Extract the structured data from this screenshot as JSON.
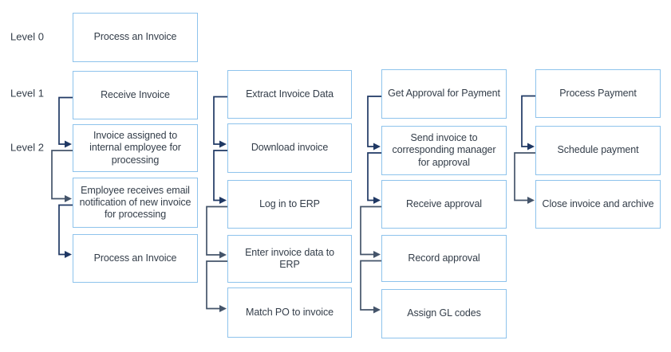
{
  "colors": {
    "background": "#ffffff",
    "box_border": "#8ec3ec",
    "box_fill": "#ffffff",
    "text": "#333d49",
    "connector_navy": "#1f3864",
    "connector_grey": "#44546a"
  },
  "level_labels": [
    "Level 0",
    "Level 1",
    "Level 2"
  ],
  "root_box": {
    "label": "Process an Invoice"
  },
  "columns": [
    {
      "level1": {
        "label": "Receive Invoice"
      },
      "children": [
        {
          "label": "Invoice assigned to internal employee for processing"
        },
        {
          "label": "Employee receives email notification of new invoice for processing"
        },
        {
          "label": "Process an Invoice"
        }
      ],
      "connector_colors": [
        "navy",
        "grey",
        "navy"
      ]
    },
    {
      "level1": {
        "label": "Extract Invoice Data"
      },
      "children": [
        {
          "label": "Download invoice"
        },
        {
          "label": "Log in to ERP"
        },
        {
          "label": "Enter invoice data to ERP"
        },
        {
          "label": "Match PO to invoice"
        }
      ],
      "connector_colors": [
        "navy",
        "navy",
        "grey",
        "grey"
      ]
    },
    {
      "level1": {
        "label": "Get Approval for Payment"
      },
      "children": [
        {
          "label": "Send invoice to corresponding manager for approval"
        },
        {
          "label": "Receive approval"
        },
        {
          "label": "Record approval"
        },
        {
          "label": "Assign GL codes"
        }
      ],
      "connector_colors": [
        "navy",
        "navy",
        "grey",
        "grey"
      ]
    },
    {
      "level1": {
        "label": "Process Payment"
      },
      "children": [
        {
          "label": "Schedule payment"
        },
        {
          "label": "Close invoice and archive"
        }
      ],
      "connector_colors": [
        "navy",
        "grey"
      ]
    }
  ]
}
